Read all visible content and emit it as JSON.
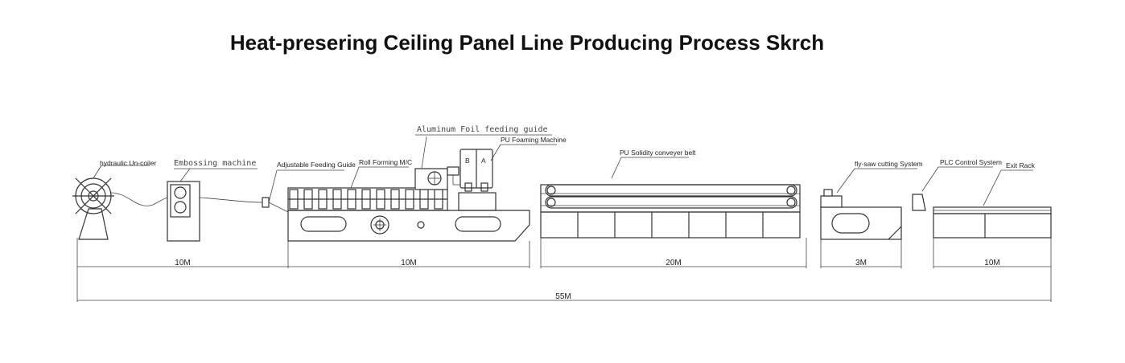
{
  "title": "Heat-presering Ceiling Panel Line Producing Process Skrch",
  "labels": {
    "uncoiler": "hydraulic Un-coiler",
    "embossing": "Embossing machine",
    "feeding_guide": "Adjustable Feeding Guide",
    "roll_forming": "Roll Forming M/C",
    "foil_guide": "Aluminum Foil feeding guide",
    "pu_foaming": "PU Foaming Machine",
    "conveyor": "PU Solidity conveyer belt",
    "cutting": "fly-saw cutting System",
    "plc": "PLC Control System",
    "exit_rack": "Exit Rack",
    "tank_b": "B",
    "tank_a": "A"
  },
  "dimensions": {
    "seg1": "10M",
    "seg2": "10M",
    "seg3": "20M",
    "seg4": "3M",
    "seg5": "10M",
    "total": "55M"
  }
}
